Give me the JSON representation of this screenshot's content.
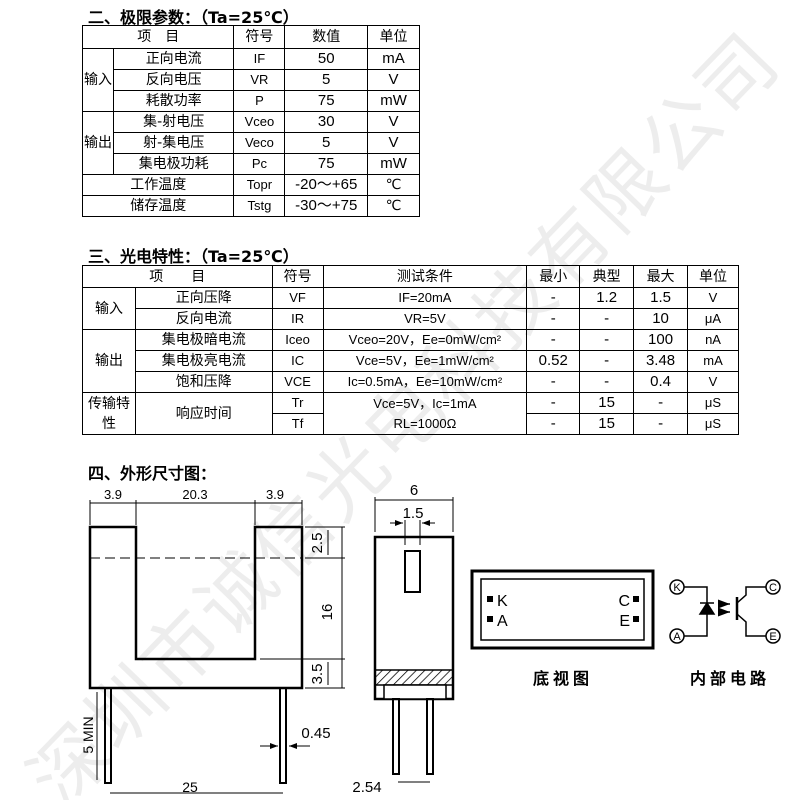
{
  "section2": {
    "title": "二、极限参数：（Ta=25℃）",
    "headers": [
      "项　目",
      "符号",
      "数值",
      "单位"
    ],
    "groups": [
      "输入",
      "输出"
    ],
    "rows": [
      {
        "item": "正向电流",
        "symbol": "IF",
        "value": "50",
        "unit": "mA"
      },
      {
        "item": "反向电压",
        "symbol": "VR",
        "value": "5",
        "unit": "V"
      },
      {
        "item": "耗散功率",
        "symbol": "P",
        "value": "75",
        "unit": "mW"
      },
      {
        "item": "集-射电压",
        "symbol": "Vceo",
        "value": "30",
        "unit": "V"
      },
      {
        "item": "射-集电压",
        "symbol": "Veco",
        "value": "5",
        "unit": "V"
      },
      {
        "item": "集电极功耗",
        "symbol": "Pc",
        "value": "75",
        "unit": "mW"
      },
      {
        "item": "工作温度",
        "symbol": "Topr",
        "value": "-20～+65",
        "unit": "℃"
      },
      {
        "item": "储存温度",
        "symbol": "Tstg",
        "value": "-30～+75",
        "unit": "℃"
      }
    ]
  },
  "section3": {
    "title": "三、光电特性：（Ta=25℃）",
    "headers": [
      "项　　目",
      "符号",
      "测试条件",
      "最小",
      "典型",
      "最大",
      "单位"
    ],
    "groups": [
      "输入",
      "输出",
      "传输特性"
    ],
    "rows": [
      {
        "item": "正向压降",
        "symbol": "VF",
        "cond": "IF=20mA",
        "min": "-",
        "typ": "1.2",
        "max": "1.5",
        "unit": "V"
      },
      {
        "item": "反向电流",
        "symbol": "IR",
        "cond": "VR=5V",
        "min": "-",
        "typ": "-",
        "max": "10",
        "unit": "μA"
      },
      {
        "item": "集电极暗电流",
        "symbol": "Iceo",
        "cond": "Vceo=20V，Ee=0mW/cm²",
        "min": "-",
        "typ": "-",
        "max": "100",
        "unit": "nA"
      },
      {
        "item": "集电极亮电流",
        "symbol": "IC",
        "cond": "Vce=5V，Ee=1mW/cm²",
        "min": "0.52",
        "typ": "-",
        "max": "3.48",
        "unit": "mA"
      },
      {
        "item": "饱和压降",
        "symbol": "VCE",
        "cond": "Ic=0.5mA，Ee=10mW/cm²",
        "min": "-",
        "typ": "-",
        "max": "0.4",
        "unit": "V"
      },
      {
        "item": "响应时间",
        "symbol": "Tr",
        "cond": "Vce=5V，Ic=1mA",
        "min": "-",
        "typ": "15",
        "max": "-",
        "unit": "μS"
      },
      {
        "item": "",
        "symbol": "Tf",
        "cond": "RL=1000Ω",
        "min": "-",
        "typ": "15",
        "max": "-",
        "unit": "μS"
      }
    ]
  },
  "section4": {
    "title": "四、外形尺寸图：",
    "dims": {
      "w1": "3.9",
      "w2": "20.3",
      "w3": "3.9",
      "h1": "2.5",
      "h2": "16",
      "h3": "3.5",
      "pin": "5 MIN",
      "pinw": "0.45",
      "pitch": "25",
      "side_w": "6",
      "side_win": "1.5",
      "side_pitch": "2.54"
    },
    "bottom_view": {
      "label": "底视图",
      "pins": [
        "K",
        "A",
        "C",
        "E"
      ]
    },
    "circuit": {
      "label": "内部电路",
      "pins": [
        "K",
        "A",
        "C",
        "E"
      ]
    }
  },
  "watermark": "深圳市诚信光电科技有限公司"
}
